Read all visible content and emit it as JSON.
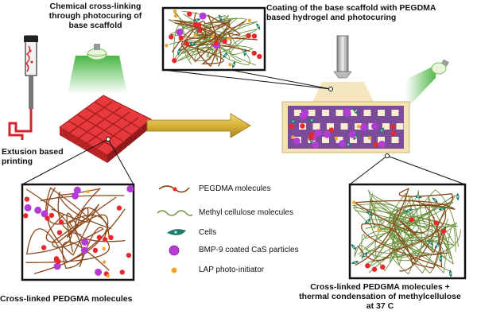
{
  "labels": {
    "top_left": "Chemical cross-linking\nthrough photocuring of\nbase scaffold",
    "top_right": "Coating of the base scaffold with PEGDMA\nbased hydrogel and photocuring",
    "printing": "Extusion based\nprinting",
    "bottom_left": "Cross-linked PEDGMA molecules",
    "bottom_right": "Cross-linked PEDGMA molecules +\nthermal condensation of methylcellulose\nat 37 C"
  },
  "legend": [
    {
      "icon": "pegdma-molecule-icon",
      "label": "PEGDMA molecules"
    },
    {
      "icon": "methyl-cellulose-icon",
      "label": "Methyl cellulose molecules"
    },
    {
      "icon": "cell-icon",
      "label": "Cells"
    },
    {
      "icon": "bmp9-particle-icon",
      "label": "BMP-9 coated CaS particles"
    },
    {
      "icon": "lap-initiator-icon",
      "label": "LAP photo-initiator"
    }
  ],
  "colors": {
    "pegdma_line": "#8b4a1e",
    "pegdma_dot": "#e8282a",
    "cellulose": "#6a8f3a",
    "cell": "#1f7a6a",
    "bmp9": "#b43cd6",
    "lap": "#f2a72a",
    "scaffold": "#e8393c",
    "coated_scaffold": "#7a4c9a",
    "light_beam": "#3fb23a",
    "arrow": "#d9b23a"
  }
}
